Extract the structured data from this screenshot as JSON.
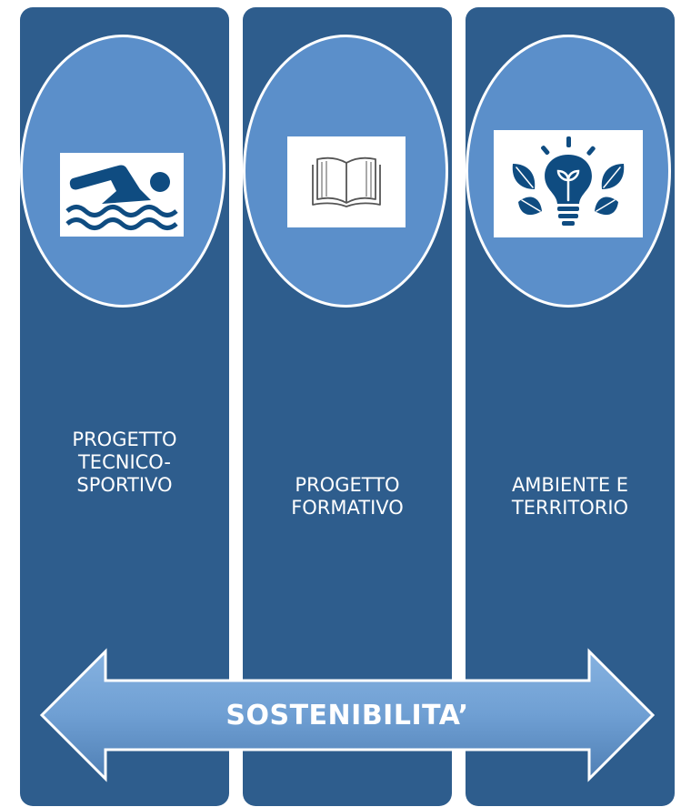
{
  "pillars": [
    {
      "label": "PROGETTO\nTECNICO-\nSPORTIVO",
      "icon": "swimmer-icon"
    },
    {
      "label": "PROGETTO\nFORMATIVO",
      "icon": "book-icon"
    },
    {
      "label": "AMBIENTE E\nTERRITORIO",
      "icon": "eco-lightbulb-icon"
    }
  ],
  "arrow": {
    "label": "SOSTENIBILITA’"
  },
  "colors": {
    "pillar": "#2e5d8d",
    "oval": "#5b8fca",
    "icon": "#0f4c81",
    "arrow": "#6f9fd3",
    "text": "#ffffff"
  }
}
